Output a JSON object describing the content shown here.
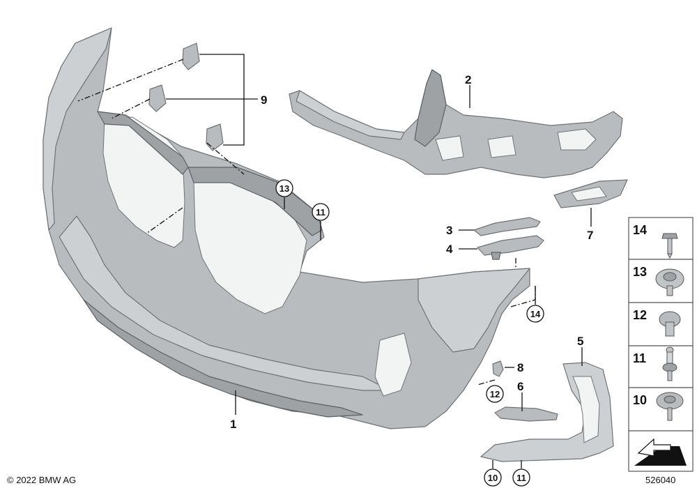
{
  "callouts": {
    "c1": "1",
    "c2": "2",
    "c3": "3",
    "c4": "4",
    "c5": "5",
    "c6": "6",
    "c7": "7",
    "c8": "8",
    "c9": "9",
    "c10": "10",
    "c11": "11",
    "c11b": "11",
    "c12": "12",
    "c13": "13",
    "c14": "14"
  },
  "legend": [
    "14",
    "13",
    "12",
    "11",
    "10"
  ],
  "footer": {
    "copyright": "© 2022 BMW AG",
    "diagram_number": "526040"
  }
}
